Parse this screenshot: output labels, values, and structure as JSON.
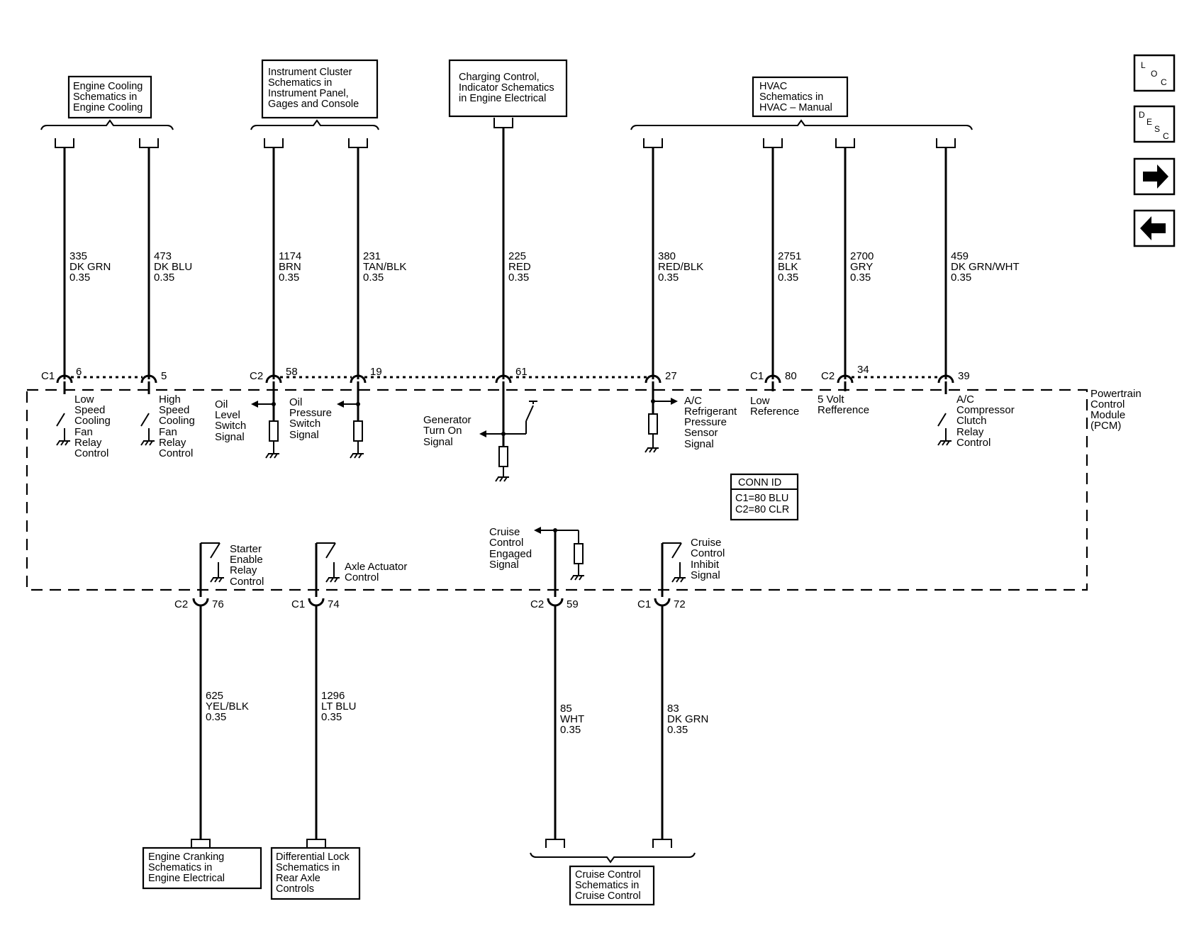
{
  "nav": {
    "loc": [
      "L",
      "O",
      "C"
    ],
    "desc": [
      "D",
      "E",
      "S",
      "C"
    ]
  },
  "module_label": [
    "Powertrain",
    "Control",
    "Module",
    "(PCM)"
  ],
  "conn_id": {
    "title": "CONN ID",
    "lines": [
      "C1=80 BLU",
      "C2=80 CLR"
    ]
  },
  "top_boxes": {
    "engine_cooling": [
      "Engine Cooling",
      "Schematics in",
      "Engine Cooling"
    ],
    "instrument_cluster": [
      "Instrument Cluster",
      "Schematics in",
      "Instrument Panel,",
      "Gages and Console"
    ],
    "charging": [
      "Charging Control,",
      "Indicator Schematics",
      "in Engine Electrical"
    ],
    "hvac": [
      "HVAC",
      "Schematics in",
      "HVAC – Manual"
    ]
  },
  "bottom_boxes": {
    "engine_cranking": [
      "Engine Cranking",
      "Schematics in",
      "Engine Electrical"
    ],
    "differential_lock": [
      "Differential Lock",
      "Schematics in",
      "Rear Axle",
      "Controls"
    ],
    "cruise": [
      "Cruise Control",
      "Schematics in",
      "Cruise Control"
    ]
  },
  "top_circuits": [
    {
      "circuit": "335",
      "color": "DK GRN",
      "size": "0.35",
      "connector": "C1",
      "pin": "6",
      "function": [
        "Low",
        "Speed",
        "Cooling",
        "Fan",
        "Relay",
        "Control"
      ]
    },
    {
      "circuit": "473",
      "color": "DK BLU",
      "size": "0.35",
      "connector": "",
      "pin": "5",
      "function": [
        "High",
        "Speed",
        "Cooling",
        "Fan",
        "Relay",
        "Control"
      ]
    },
    {
      "circuit": "1174",
      "color": "BRN",
      "size": "0.35",
      "connector": "C2",
      "pin": "58",
      "function": [
        "Oil",
        "Level",
        "Switch",
        "Signal"
      ]
    },
    {
      "circuit": "231",
      "color": "TAN/BLK",
      "size": "0.35",
      "connector": "",
      "pin": "19",
      "function": [
        "Oil",
        "Pressure",
        "Switch",
        "Signal"
      ]
    },
    {
      "circuit": "225",
      "color": "RED",
      "size": "0.35",
      "connector": "",
      "pin": "61",
      "function": [
        "Generator",
        "Turn On",
        "Signal"
      ]
    },
    {
      "circuit": "380",
      "color": "RED/BLK",
      "size": "0.35",
      "connector": "",
      "pin": "27",
      "function": [
        "A/C",
        "Refrigerant",
        "Pressure",
        "Sensor",
        "Signal"
      ]
    },
    {
      "circuit": "2751",
      "color": "BLK",
      "size": "0.35",
      "connector": "C1",
      "pin": "80",
      "function": [
        "Low",
        "Reference"
      ]
    },
    {
      "circuit": "2700",
      "color": "GRY",
      "size": "0.35",
      "connector": "C2",
      "pin": "34",
      "function": [
        "5 Volt",
        "Refference"
      ]
    },
    {
      "circuit": "459",
      "color": "DK GRN/WHT",
      "size": "0.35",
      "connector": "",
      "pin": "39",
      "function": [
        "A/C",
        "Compressor",
        "Clutch",
        "Relay",
        "Control"
      ]
    }
  ],
  "bottom_circuits": [
    {
      "circuit": "625",
      "color": "YEL/BLK",
      "size": "0.35",
      "connector": "C2",
      "pin": "76",
      "function": [
        "Starter",
        "Enable",
        "Relay",
        "Control"
      ]
    },
    {
      "circuit": "1296",
      "color": "LT BLU",
      "size": "0.35",
      "connector": "C1",
      "pin": "74",
      "function": [
        "Axle Actuator",
        "Control"
      ]
    },
    {
      "circuit": "85",
      "color": "WHT",
      "size": "0.35",
      "connector": "C2",
      "pin": "59",
      "function": [
        "Cruise",
        "Control",
        "Engaged",
        "Signal"
      ]
    },
    {
      "circuit": "83",
      "color": "DK GRN",
      "size": "0.35",
      "connector": "C1",
      "pin": "72",
      "function": [
        "Cruise",
        "Control",
        "Inhibit",
        "Signal"
      ]
    }
  ]
}
